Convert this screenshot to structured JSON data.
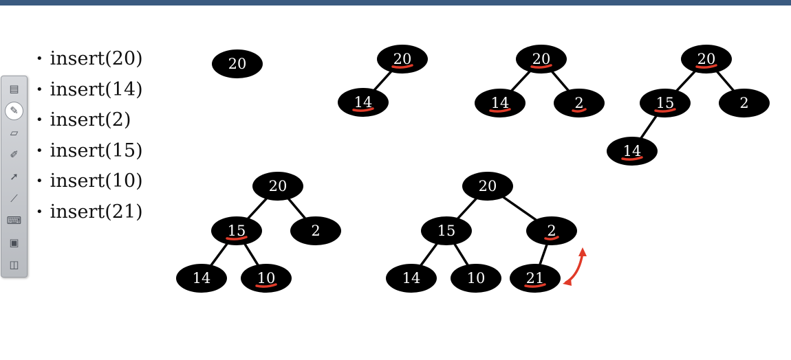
{
  "colors": {
    "top_bar": "#3a5a80",
    "node_fill": "#000000",
    "node_text": "#ffffff",
    "edge": "#000000",
    "annotation": "#e03a28"
  },
  "operations": [
    "insert(20)",
    "insert(14)",
    "insert(2)",
    "insert(15)",
    "insert(10)",
    "insert(21)"
  ],
  "bullet": "•",
  "toolbar": {
    "tools": [
      {
        "name": "notebook-icon",
        "glyph": "▤",
        "active": false
      },
      {
        "name": "pen-icon",
        "glyph": "✎",
        "active": true
      },
      {
        "name": "eraser-icon",
        "glyph": "▱",
        "active": false
      },
      {
        "name": "highlighter-icon",
        "glyph": "✐",
        "active": false
      },
      {
        "name": "select-arrow-icon",
        "glyph": "➚",
        "active": false
      },
      {
        "name": "magic-pen-icon",
        "glyph": "⟋",
        "active": false
      },
      {
        "name": "keyboard-icon",
        "glyph": "⌨",
        "active": false
      },
      {
        "name": "screen-capture-icon",
        "glyph": "▣",
        "active": false
      },
      {
        "name": "display-icon",
        "glyph": "◫",
        "active": false
      }
    ]
  },
  "heap_steps": [
    {
      "step": 1,
      "nodes": [
        {
          "id": "a",
          "label": "20",
          "underline": false
        }
      ],
      "edges": []
    },
    {
      "step": 2,
      "nodes": [
        {
          "id": "a",
          "label": "20",
          "underline": true
        },
        {
          "id": "b",
          "label": "14",
          "underline": true
        }
      ],
      "edges": [
        [
          "a",
          "b"
        ]
      ]
    },
    {
      "step": 3,
      "nodes": [
        {
          "id": "a",
          "label": "20",
          "underline": true
        },
        {
          "id": "b",
          "label": "14",
          "underline": true
        },
        {
          "id": "c",
          "label": "2",
          "underline": true
        }
      ],
      "edges": [
        [
          "a",
          "b"
        ],
        [
          "a",
          "c"
        ]
      ]
    },
    {
      "step": 4,
      "nodes": [
        {
          "id": "a",
          "label": "20",
          "underline": true
        },
        {
          "id": "b",
          "label": "15",
          "underline": true
        },
        {
          "id": "c",
          "label": "2",
          "underline": false
        },
        {
          "id": "d",
          "label": "14",
          "underline": true
        }
      ],
      "edges": [
        [
          "a",
          "b"
        ],
        [
          "a",
          "c"
        ],
        [
          "b",
          "d"
        ]
      ]
    },
    {
      "step": 5,
      "nodes": [
        {
          "id": "a",
          "label": "20",
          "underline": false
        },
        {
          "id": "b",
          "label": "15",
          "underline": true
        },
        {
          "id": "c",
          "label": "2",
          "underline": false
        },
        {
          "id": "d",
          "label": "14",
          "underline": false
        },
        {
          "id": "e",
          "label": "10",
          "underline": true
        }
      ],
      "edges": [
        [
          "a",
          "b"
        ],
        [
          "a",
          "c"
        ],
        [
          "b",
          "d"
        ],
        [
          "b",
          "e"
        ]
      ]
    },
    {
      "step": 6,
      "nodes": [
        {
          "id": "a",
          "label": "20",
          "underline": false
        },
        {
          "id": "b",
          "label": "15",
          "underline": false
        },
        {
          "id": "c",
          "label": "2",
          "underline": true
        },
        {
          "id": "d",
          "label": "14",
          "underline": false
        },
        {
          "id": "e",
          "label": "10",
          "underline": false
        },
        {
          "id": "f",
          "label": "21",
          "underline": true
        }
      ],
      "edges": [
        [
          "a",
          "b"
        ],
        [
          "a",
          "c"
        ],
        [
          "b",
          "d"
        ],
        [
          "b",
          "e"
        ],
        [
          "c",
          "f"
        ]
      ],
      "swap_arrow": [
        "f",
        "c"
      ]
    }
  ]
}
